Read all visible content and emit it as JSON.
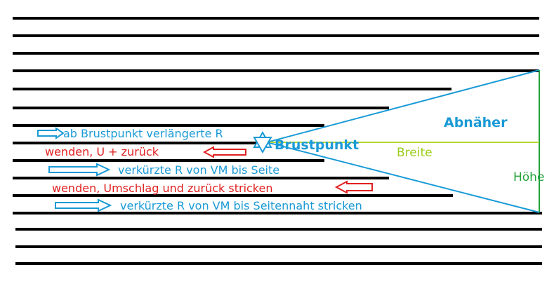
{
  "colors": {
    "row_line": "#000000",
    "dart": "#1a9ad6",
    "dart_label": "#1a9ad6",
    "width_line": "#b5d632",
    "width_label": "#9ccc1a",
    "height_line": "#22a33a",
    "height_label": "#22a33a",
    "blue_text": "#1a9ad6",
    "red_text": "#e02020",
    "blue_arrow": "#1a9ad6",
    "red_arrow": "#e02020"
  },
  "labels": {
    "dart": "Abnäher",
    "width": "Breite",
    "height": "Höhe",
    "bust_point": "Brustpunkt"
  },
  "instructions": [
    {
      "text": "ab Brustpunkt verlängerte R",
      "color": "blue",
      "arrow": "right"
    },
    {
      "text": "wenden, U + zurück",
      "color": "red",
      "arrow": "left"
    },
    {
      "text": "verkürzte R von VM bis Seite",
      "color": "blue",
      "arrow": "right"
    },
    {
      "text": "wenden, Umschlag und zurück stricken",
      "color": "red",
      "arrow": "left"
    },
    {
      "text": "verkürzte R von VM bis Seitennaht stricken",
      "color": "blue",
      "arrow": "right"
    }
  ],
  "icons": {
    "bust_marker": "star-of-david-icon",
    "right_arrow": "hollow-right-arrow-icon",
    "left_arrow": "hollow-left-arrow-icon"
  }
}
